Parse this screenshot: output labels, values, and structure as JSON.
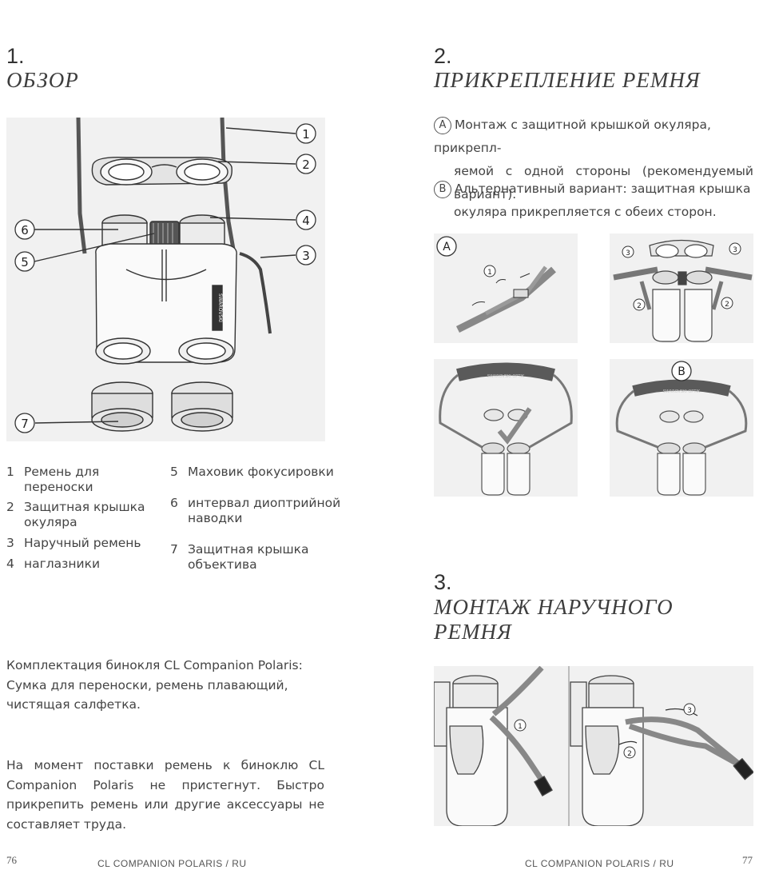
{
  "left_page": {
    "section1": {
      "number": "1.",
      "title": "ОБЗОР"
    },
    "callouts": [
      "1",
      "2",
      "3",
      "4",
      "5",
      "6",
      "7"
    ],
    "brand_mark": "SWAROVSKI",
    "legend": [
      {
        "num": "1",
        "text": "Ремень для\nпереноски"
      },
      {
        "num": "2",
        "text": "Защитная крышка\nокуляра"
      },
      {
        "num": "3",
        "text": "Наручный ремень"
      },
      {
        "num": "4",
        "text": "наглазники"
      },
      {
        "num": "5",
        "text": "Маховик фокусировки"
      },
      {
        "num": "6",
        "text": "интервал диоптрийной\nнаводки"
      },
      {
        "num": "7",
        "text": "Защитная крышка\nобъектива"
      }
    ],
    "scope_paragraph": "Комплектация бинокля CL Companion Polaris: Сумка для переноски, ремень плавающий, чистящая салфетка.",
    "delivery_paragraph": "На момент поставки ремень к биноклю CL Companion Polaris не пристегнут. Быстро прикрепить ремень или другие аксессуары не составляет труда.",
    "page_number": "76",
    "footer": "CL COMPANION POLARIS / RU"
  },
  "right_page": {
    "section2": {
      "number": "2.",
      "title": "ПРИКРЕПЛЕНИЕ РЕМНЯ"
    },
    "step_a": {
      "marker": "A",
      "lines": [
        "Монтаж с защитной крышкой окуляра, прикрепл-",
        "яемой с одной стороны (рекомендуемый",
        "вариант)."
      ]
    },
    "step_b": {
      "marker": "B",
      "lines": [
        "Альтернативный вариант: защитная крышка",
        "окуляра прикрепляется с обеих сторон."
      ]
    },
    "fig_labels": {
      "a": "A",
      "b": "B",
      "one": "1",
      "two": "2",
      "three": "3",
      "strap_brand": "SWAROVSKI OPTIK"
    },
    "section3": {
      "number": "3.",
      "title_line1": "МОНТАЖ НАРУЧНОГО",
      "title_line2": "РЕМНЯ"
    },
    "page_number": "77",
    "footer": "CL COMPANION POLARIS / RU"
  }
}
